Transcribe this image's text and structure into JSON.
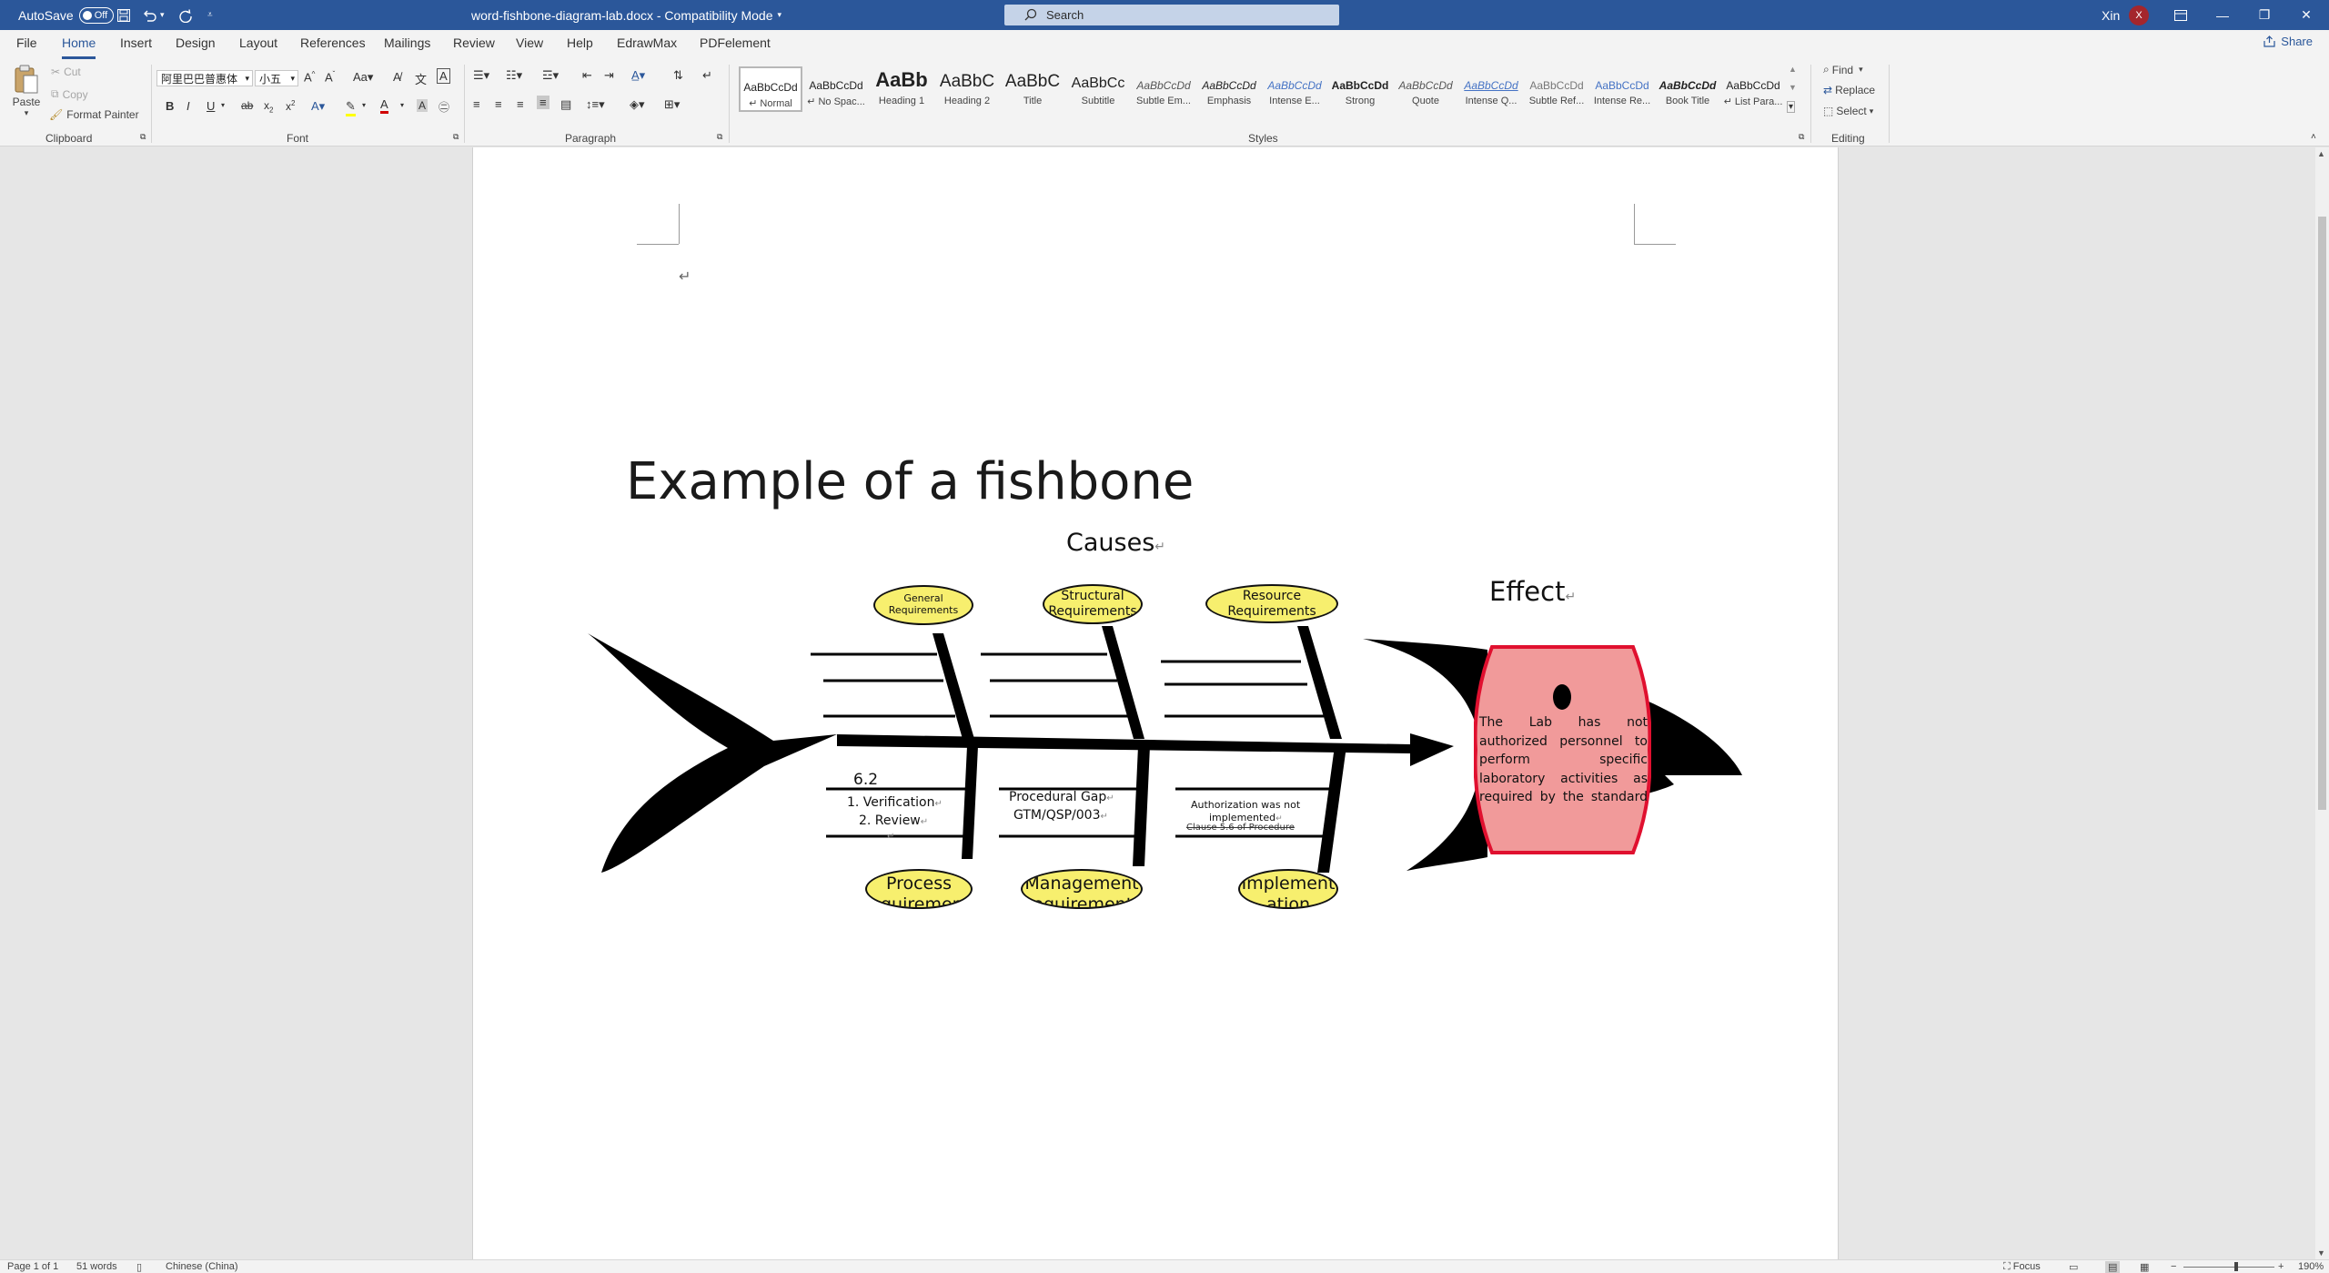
{
  "titlebar": {
    "autosave_label": "AutoSave",
    "autosave_state": "Off",
    "doc_title": "word-fishbone-diagram-lab.docx  -  Compatibility Mode",
    "search_placeholder": "Search",
    "user_name": "Xin",
    "user_initial": "X"
  },
  "tabs": [
    "File",
    "Home",
    "Insert",
    "Design",
    "Layout",
    "References",
    "Mailings",
    "Review",
    "View",
    "Help",
    "EdrawMax",
    "PDFelement"
  ],
  "share_label": "Share",
  "clipboard": {
    "paste": "Paste",
    "cut": "Cut",
    "copy": "Copy",
    "format_painter": "Format Painter",
    "label": "Clipboard"
  },
  "font": {
    "name": "阿里巴巴普惠体",
    "size": "小五",
    "label": "Font"
  },
  "paragraph": {
    "label": "Paragraph"
  },
  "styles": {
    "label": "Styles",
    "items": [
      {
        "sample": "AaBbCcDd",
        "name": "↵ Normal"
      },
      {
        "sample": "AaBbCcDd",
        "name": "↵ No Spac..."
      },
      {
        "sample": "AaBb",
        "name": "Heading 1"
      },
      {
        "sample": "AaBbC",
        "name": "Heading 2"
      },
      {
        "sample": "AaBbC",
        "name": "Title"
      },
      {
        "sample": "AaBbCc",
        "name": "Subtitle"
      },
      {
        "sample": "AaBbCcDd",
        "name": "Subtle Em..."
      },
      {
        "sample": "AaBbCcDd",
        "name": "Emphasis"
      },
      {
        "sample": "AaBbCcDd",
        "name": "Intense E..."
      },
      {
        "sample": "AaBbCcDd",
        "name": "Strong"
      },
      {
        "sample": "AaBbCcDd",
        "name": "Quote"
      },
      {
        "sample": "AaBbCcDd",
        "name": "Intense Q..."
      },
      {
        "sample": "AaBbCcDd",
        "name": "Subtle Ref..."
      },
      {
        "sample": "AaBbCcDd",
        "name": "Intense Re..."
      },
      {
        "sample": "AaBbCcDd",
        "name": "Book Title"
      },
      {
        "sample": "AaBbCcDd",
        "name": "↵ List Para..."
      }
    ]
  },
  "editing": {
    "find": "Find",
    "replace": "Replace",
    "select": "Select",
    "label": "Editing"
  },
  "document": {
    "title": "Example of a fishbone",
    "causes": "Causes",
    "effect": "Effect",
    "effect_text": "The Lab has not authorized personnel to perform specific laboratory activities as required by the standard",
    "top_ovals": [
      {
        "line1": "General",
        "line2": "Requirements"
      },
      {
        "line1": "Structural",
        "line2": "Requirements"
      },
      {
        "line1": "Resource",
        "line2": "Requirements"
      }
    ],
    "bottom_ovals": [
      {
        "line1": "Process",
        "line2": "Requirements"
      },
      {
        "line1": "Management",
        "line2": "Requirements"
      },
      {
        "line1": "Implement",
        "line2": "ation"
      }
    ],
    "bone_notes": {
      "section": "6.2",
      "item1": "1. Verification",
      "item2": "2. Review",
      "proc_line1": "Procedural Gap",
      "proc_line2": "GTM/QSP/003",
      "auth_line1": "Authorization was not",
      "auth_line2": "implemented",
      "auth_line3": "Clause 5.6 of Procedure"
    }
  },
  "statusbar": {
    "page": "Page 1 of 1",
    "words": "51 words",
    "language": "Chinese (China)",
    "focus": "Focus",
    "zoom": "190%"
  }
}
